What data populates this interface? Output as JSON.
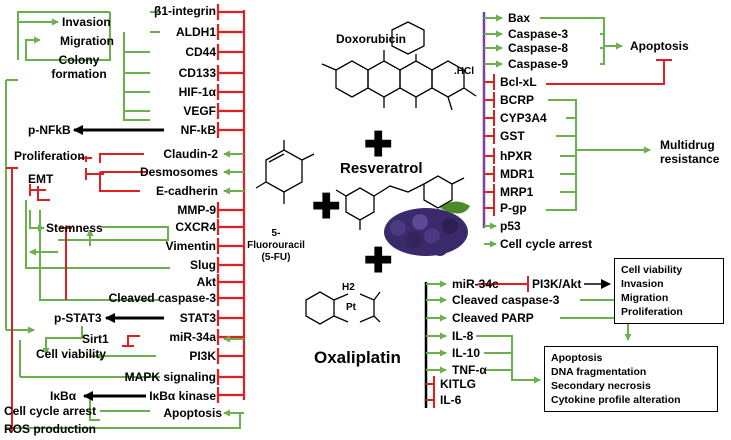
{
  "colors": {
    "activate": "#6ab04c",
    "inhibit": "#e02020",
    "arrow_black": "#000000",
    "divider": "#7b3fa0"
  },
  "center": {
    "resveratrol": "Resveratrol",
    "doxorubicin": "Doxorubicin",
    "fluorouracil": "5-Fluorouracil (5-FU)",
    "oxaliplatin": "Oxaliplatin",
    "dox_hcl": ".HCl",
    "oxaliplatin_pt": "Pt",
    "oxaliplatin_h2": "H2"
  },
  "left": {
    "targets": [
      "β1-integrin",
      "ALDH1",
      "CD44",
      "CD133",
      "HIF-1α",
      "VEGF",
      "NF-kB",
      "Claudin-2",
      "Desmosomes",
      "E-cadherin",
      "MMP-9",
      "CXCR4",
      "Vimentin",
      "Slug",
      "Akt",
      "Cleaved caspase-3",
      "STAT3",
      "miR-34a",
      "PI3K",
      "MAPK signaling",
      "IκBα kinase",
      "Apoptosis"
    ],
    "outcomes": {
      "invasion": "Invasion",
      "migration": "Migration",
      "colony": "Colony formation",
      "pnfkb": "p-NFkB",
      "proliferation": "Proliferation",
      "emt": "EMT",
      "stemness": "Stemness",
      "pstat3": "p-STAT3",
      "sirt1": "Sirt1",
      "cell_viability": "Cell viability",
      "ikba": "IκBα",
      "cell_cycle_arrest": "Cell cycle arrest",
      "ros": "ROS production"
    }
  },
  "dox": {
    "targets": [
      "Bax",
      "Caspase-3",
      "Caspase-8",
      "Caspase-9",
      "Bcl-xL",
      "BCRP",
      "CYP3A4",
      "GST",
      "hPXR",
      "MDR1",
      "MRP1",
      "P-gp",
      "p53",
      "Cell cycle arrest"
    ],
    "apoptosis": "Apoptosis",
    "multidrug": "Multidrug resistance"
  },
  "oxa": {
    "items": [
      "miR-34c",
      "PI3K/Akt",
      "Cleaved caspase-3",
      "Cleaved PARP",
      "IL-8",
      "IL-10",
      "TNF-α",
      "KITLG",
      "IL-6"
    ],
    "box1": [
      "Cell viability",
      "Invasion",
      "Migration",
      "Proliferation"
    ],
    "box2": [
      "Apoptosis",
      "DNA fragmentation",
      "Secondary necrosis",
      "Cytokine profile alteration"
    ]
  }
}
